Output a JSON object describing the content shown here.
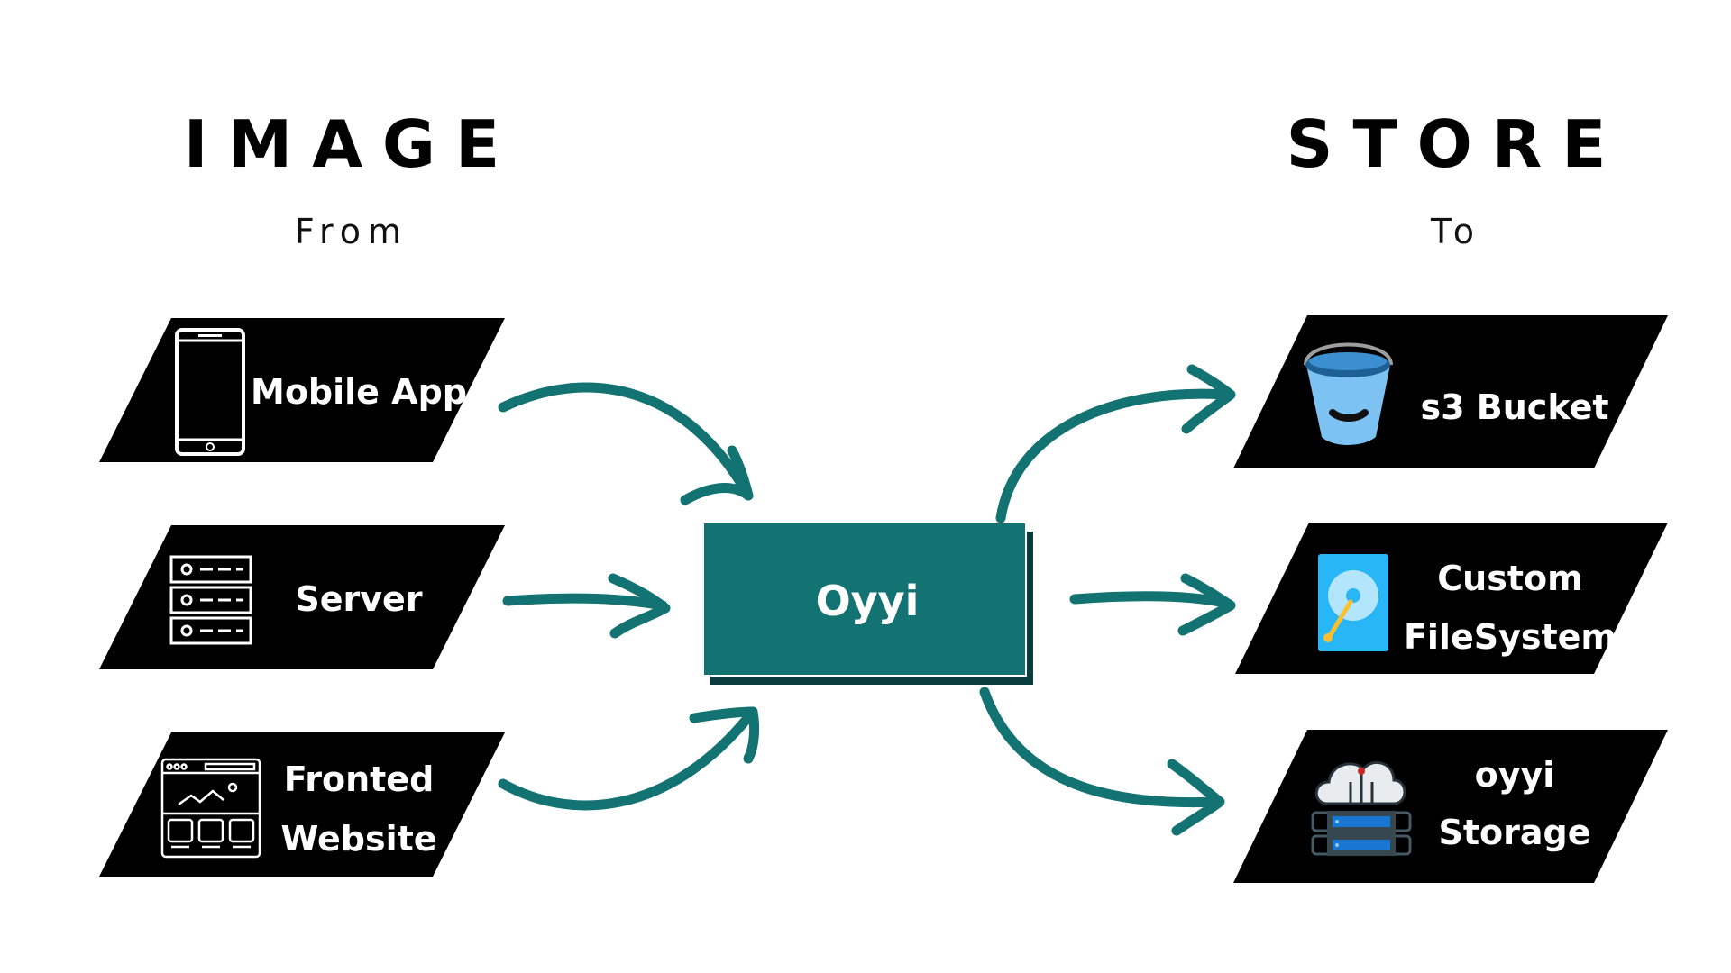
{
  "header": {
    "left_title": "IMAGE",
    "left_subtitle": "From",
    "right_title": "STORE",
    "right_subtitle": "To"
  },
  "sources": [
    {
      "id": "mobile",
      "lines": [
        "Mobile App"
      ],
      "icon": "mobile-phone-icon"
    },
    {
      "id": "server",
      "lines": [
        "Server"
      ],
      "icon": "server-rack-icon"
    },
    {
      "id": "frontend",
      "lines": [
        "Fronted",
        "Website"
      ],
      "icon": "website-wireframe-icon"
    }
  ],
  "center": {
    "label": "Oyyi"
  },
  "targets": [
    {
      "id": "s3",
      "lines": [
        "s3 Bucket"
      ],
      "icon": "bucket-icon"
    },
    {
      "id": "customfs",
      "lines": [
        "Custom",
        "FileSystem"
      ],
      "icon": "hard-disk-icon"
    },
    {
      "id": "oyyistorage",
      "lines": [
        "oyyi",
        "Storage"
      ],
      "icon": "cloud-storage-icon"
    }
  ],
  "colors": {
    "card": "#000000",
    "accent": "#137272",
    "accent_shadow": "#0a3d3d",
    "arrow": "#137272",
    "bucket": "#7cc2f3",
    "disk": "#29b6f6"
  }
}
